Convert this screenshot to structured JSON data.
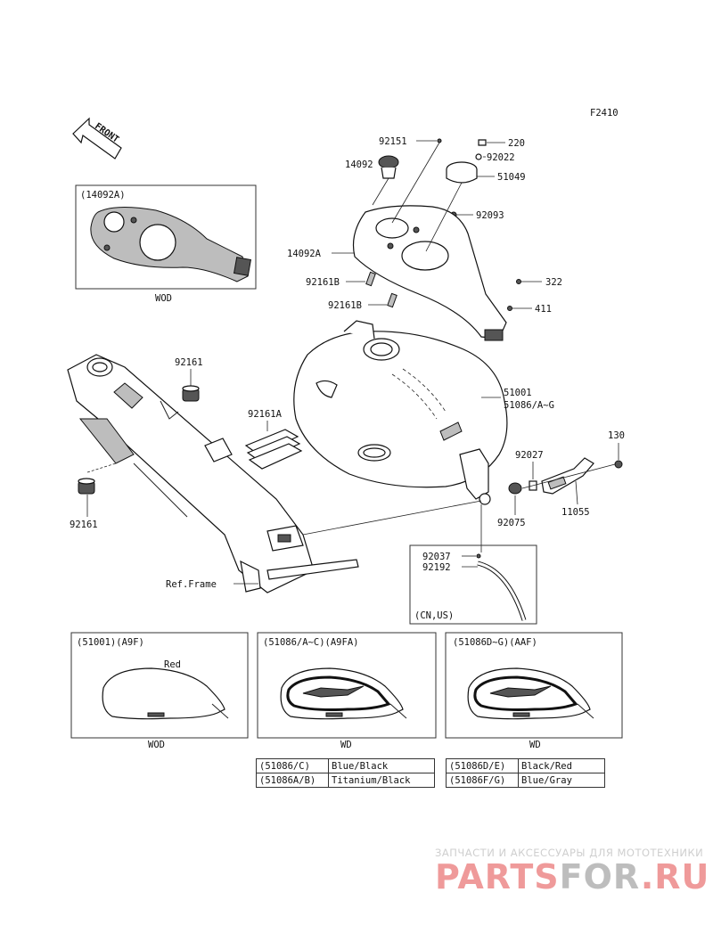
{
  "diagram": {
    "id": "F2410",
    "front_label": "FRONT",
    "part_labels": {
      "p92151": "92151",
      "p220": "220",
      "p14092": "14092",
      "p92022": "92022",
      "p51049": "51049",
      "p92093": "92093",
      "p14092A": "14092A",
      "p92161B_1": "92161B",
      "p322": "322",
      "p92161B_2": "92161B",
      "p411": "411",
      "p92161_top": "92161",
      "p51001": "51001",
      "p51086AG": "51086/A~G",
      "p92161A": "92161A",
      "p130": "130",
      "p92027": "92027",
      "p11055": "11055",
      "p92161_bottom": "92161",
      "p92075": "92075",
      "p92037": "92037",
      "p92192": "92192",
      "ref_frame": "Ref.Frame"
    },
    "inset_14092A": {
      "title": "(14092A)",
      "caption": "WOD"
    },
    "inset_cnus": {
      "caption": "(CN,US)"
    },
    "panel_51001": {
      "title": "(51001)(A9F)",
      "color_label": "Red",
      "caption": "WOD"
    },
    "panel_51086AC": {
      "title": "(51086/A~C)(A9FA)",
      "caption": "WD"
    },
    "panel_51086DG": {
      "title": "(51086D~G)(AAF)",
      "caption": "WD"
    },
    "color_table_left": [
      {
        "code": "(51086/C)",
        "color": "Blue/Black"
      },
      {
        "code": "(51086A/B)",
        "color": "Titanium/Black"
      }
    ],
    "color_table_right": [
      {
        "code": "(51086D/E)",
        "color": "Black/Red"
      },
      {
        "code": "(51086F/G)",
        "color": "Blue/Gray"
      }
    ]
  },
  "watermark": {
    "tagline": "ЗАПЧАСТИ И АКСЕССУАРЫ ДЛЯ МОТОТЕХНИКИ",
    "logo_a": "PARTS",
    "logo_b": "FOR",
    "logo_c": ".RU"
  }
}
